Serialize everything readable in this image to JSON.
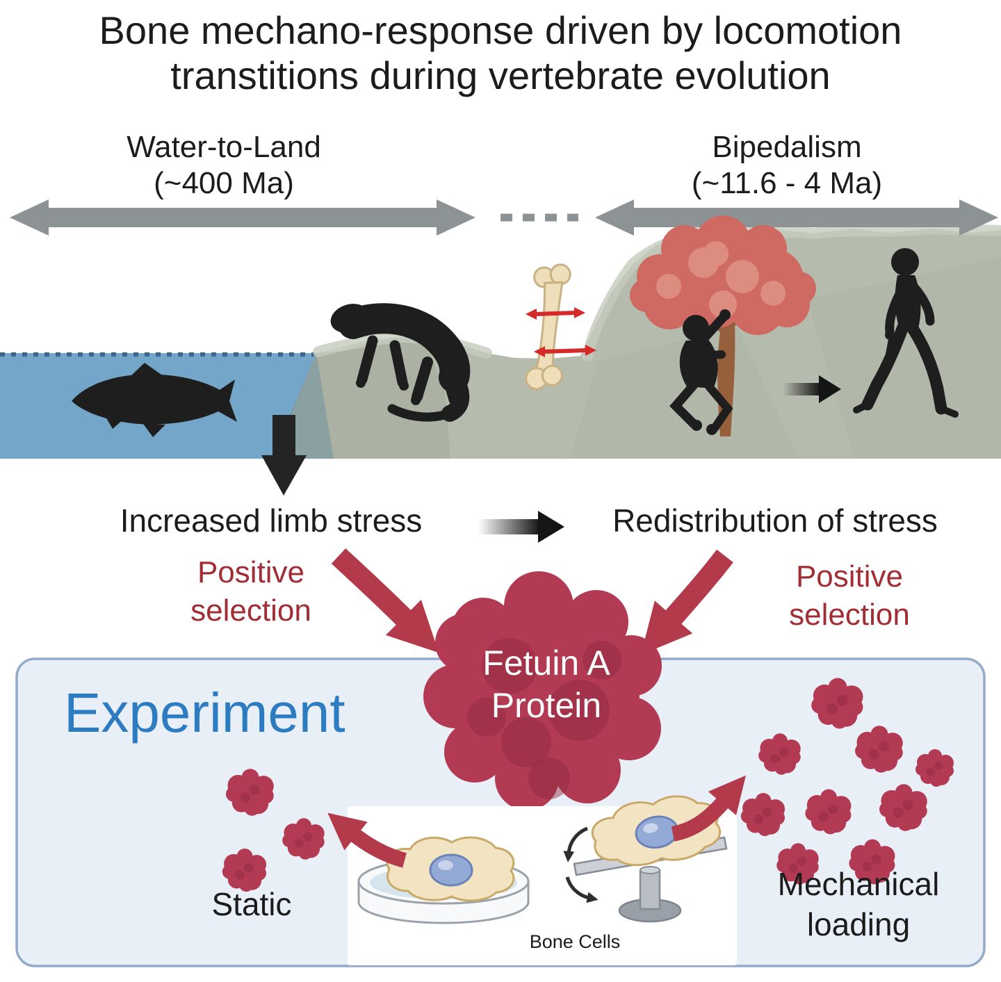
{
  "title": {
    "line1": "Bone mechano-response driven by locomotion",
    "line2": "transtitions during vertebrate evolution"
  },
  "transitions": {
    "water_to_land": {
      "label": "Water-to-Land",
      "time": "(~400 Ma)"
    },
    "bipedalism": {
      "label": "Bipedalism",
      "time": "(~11.6 - 4 Ma)"
    }
  },
  "stress_row": {
    "left": "Increased limb stress",
    "right": "Redistribution of stress"
  },
  "selection": {
    "left": {
      "line1": "Positive",
      "line2": "selection"
    },
    "right": {
      "line1": "Positive",
      "line2": "selection"
    }
  },
  "protein": {
    "line1": "Fetuin A",
    "line2": "Protein"
  },
  "experiment": {
    "title": "Experiment",
    "static_label": "Static",
    "bone_cells_label": "Bone Cells",
    "loading_line1": "Mechanical",
    "loading_line2": "loading"
  },
  "icons": {
    "fish": "fish-silhouette-icon",
    "salamander": "salamander-silhouette-icon",
    "bone": "long-bone-icon",
    "bone_stress": "compression-arrows-icon",
    "tree": "tree-icon",
    "ape": "climbing-ape-silhouette-icon",
    "human": "walking-human-silhouette-icon",
    "water_to_land_arrow": "double-headed-arrow-icon",
    "bipedalism_arrow": "double-headed-arrow-icon",
    "down_arrow": "down-arrow-icon",
    "transition_arrow": "right-arrow-icon",
    "positive_selection_arrows": "curved-red-arrow-icon",
    "protein_blob": "fetuin-a-protein-blob-icon",
    "protein_clusters": "protein-cluster-icon",
    "petri_dish": "petri-dish-with-cell-icon",
    "loading_device": "mechanical-loading-device-with-cell-icon"
  },
  "colors": {
    "title_text": "#1c1c1c",
    "gray_arrow": "#8d9295",
    "water": "#74a6ca",
    "land": "#b5bcae",
    "dark_red_text": "#a12d35",
    "red_arrow": "#b23a4a",
    "protein_blob": "#b23a52",
    "experiment_bg": "#e9eff7",
    "experiment_border": "#93aacb",
    "experiment_title": "#2d7cc2"
  }
}
